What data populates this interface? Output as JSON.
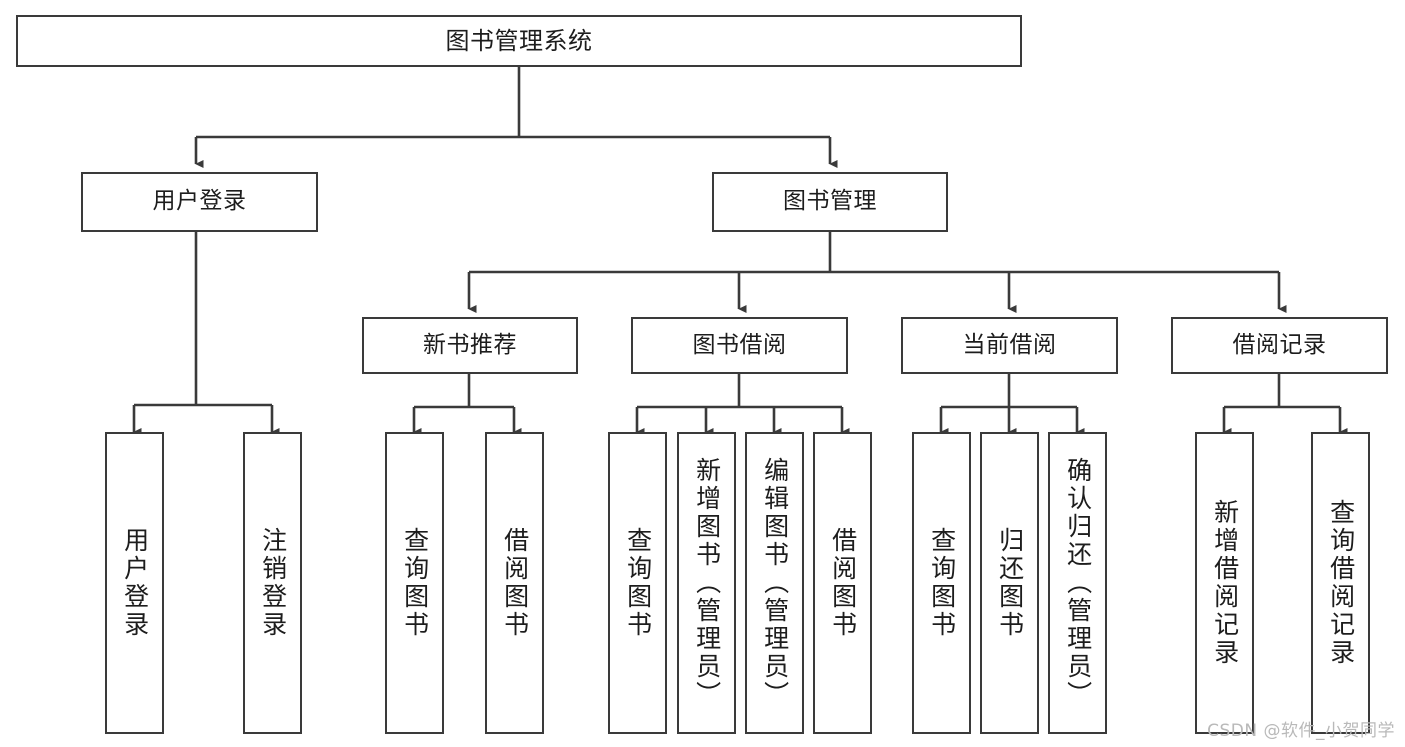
{
  "diagram": {
    "title": "图书管理系统",
    "type": "tree-hierarchy-chart",
    "watermark": "CSDN @软件_小贺同学",
    "stroke_color": "#3a3a3a",
    "fill_color": "#ffffff",
    "text_color": "#1d1d1d"
  },
  "nodes": {
    "root": {
      "label": "图书管理系统"
    },
    "level1": [
      {
        "label": "用户登录"
      },
      {
        "label": "图书管理"
      }
    ],
    "level2": [
      {
        "label": "新书推荐"
      },
      {
        "label": "图书借阅"
      },
      {
        "label": "当前借阅"
      },
      {
        "label": "借阅记录"
      }
    ],
    "leaves": {
      "user_login": [
        {
          "label": "用户登录"
        },
        {
          "label": "注销登录"
        }
      ],
      "new_book_recommend": [
        {
          "label": "查询图书"
        },
        {
          "label": "借阅图书"
        }
      ],
      "book_borrow": [
        {
          "label": "查询图书"
        },
        {
          "label": "新增图书（管理员）"
        },
        {
          "label": "编辑图书（管理员）"
        },
        {
          "label": "借阅图书"
        }
      ],
      "current_borrow": [
        {
          "label": "查询图书"
        },
        {
          "label": "归还图书"
        },
        {
          "label": "确认归还（管理员）"
        }
      ],
      "borrow_record": [
        {
          "label": "新增借阅记录"
        },
        {
          "label": "查询借阅记录"
        }
      ]
    }
  }
}
